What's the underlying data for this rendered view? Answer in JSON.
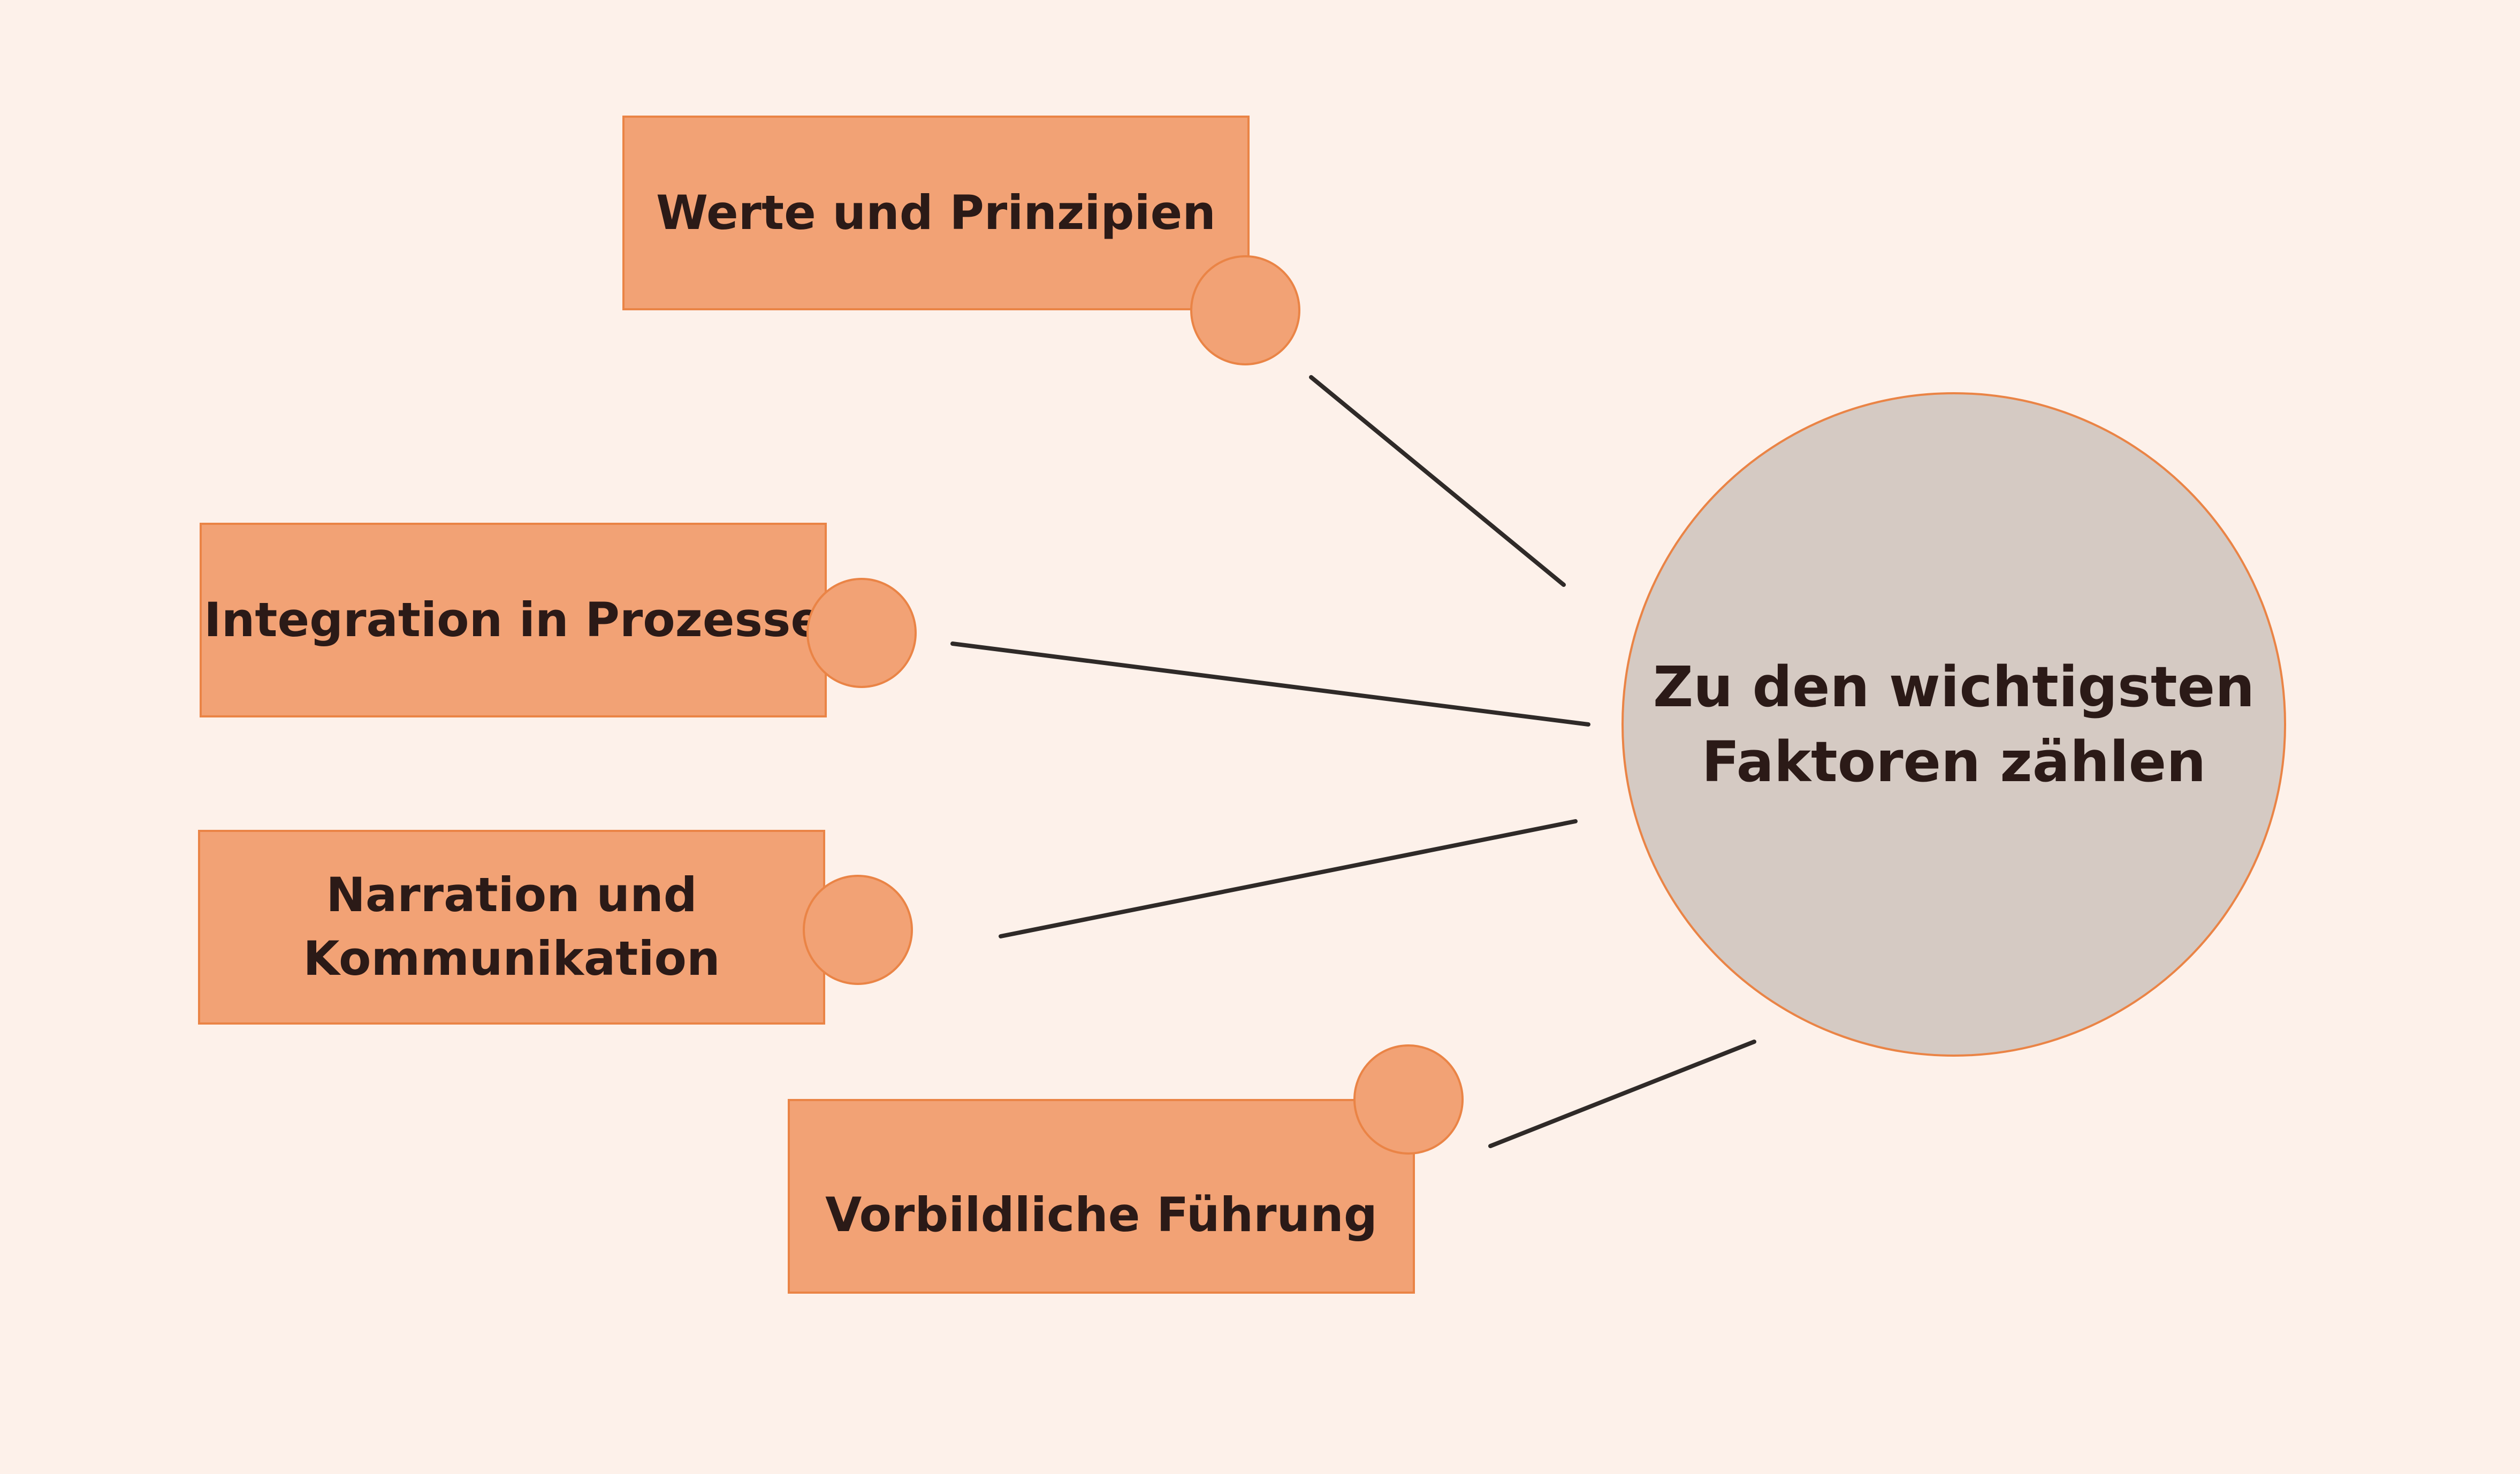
{
  "diagram": {
    "center": {
      "label": "Zu den wichtigsten\nFaktoren zählen"
    },
    "factors": [
      {
        "label": "Werte und Prinzipien"
      },
      {
        "label": "Integration in Prozesse"
      },
      {
        "label": "Narration und\nKommunikation"
      },
      {
        "label": "Vorbildliche Führung"
      }
    ]
  },
  "colors": {
    "background": "#fdf1ea",
    "box_fill": "#f2a275",
    "box_border": "#ea8446",
    "center_fill": "#d5cac3",
    "text": "#2b1a17",
    "line": "#2f2a28"
  }
}
